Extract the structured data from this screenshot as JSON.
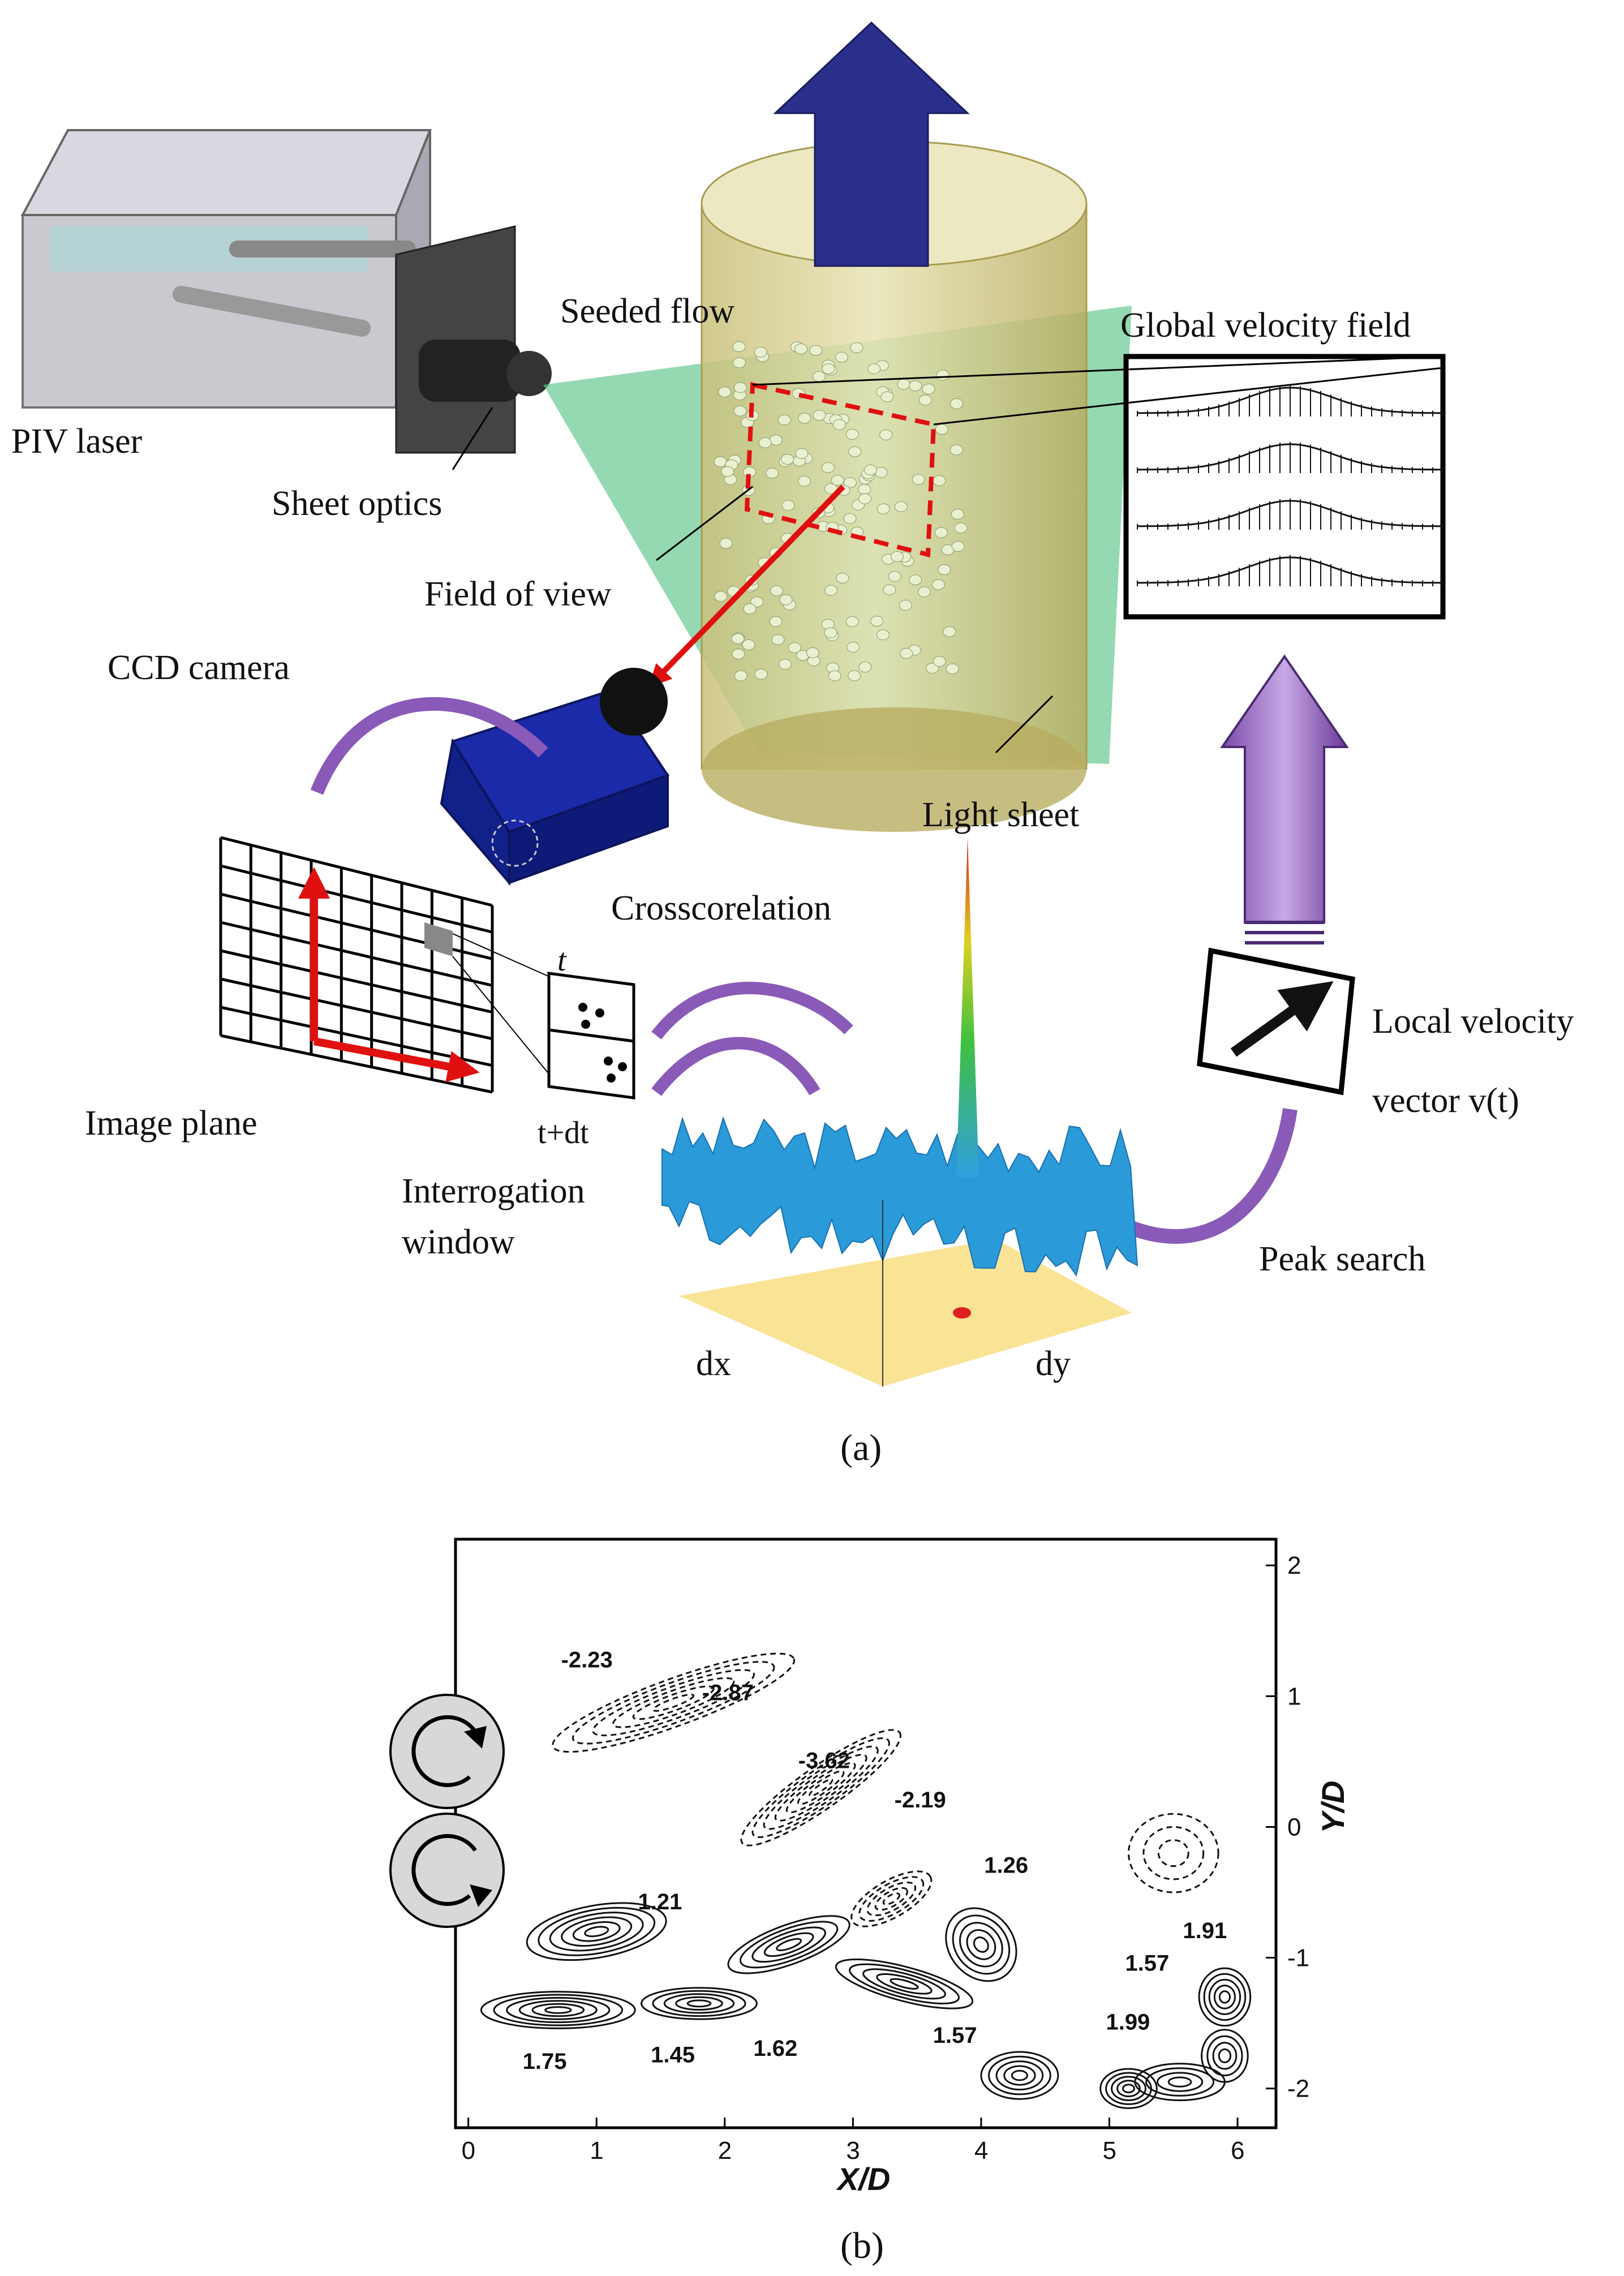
{
  "panel_a": {
    "caption": "(a)",
    "labels": {
      "piv_laser": "PIV laser",
      "sheet_optics": "Sheet optics",
      "seeded_flow": "Seeded flow",
      "global_velocity_field": "Global velocity field",
      "field_of_view": "Field of view",
      "ccd_camera": "CCD camera",
      "light_sheet": "Light sheet",
      "crosscorelation": "Crosscorelation",
      "local_velocity": "Local velocity",
      "velocity_vector": "vector v(t)",
      "image_plane": "Image plane",
      "interrogation": "Interrogation",
      "window": "window",
      "t": "t",
      "t_dt": "t+dt",
      "peak_search": "Peak search",
      "dx": "dx",
      "dy": "dy"
    }
  },
  "panel_b": {
    "caption": "(b)",
    "chart_data": {
      "type": "contour",
      "xlabel": "X/D",
      "ylabel": "Y/D",
      "xlim": [
        -0.1,
        6.3
      ],
      "ylim": [
        -2.3,
        2.2
      ],
      "xticks": [
        "0",
        "1",
        "2",
        "3",
        "4",
        "5",
        "6"
      ],
      "yticks": [
        "2",
        "1",
        "0",
        "-1",
        "-2"
      ],
      "annotations": [
        {
          "text": "-2.23",
          "x": 0.9,
          "y": 1.22
        },
        {
          "text": "-2.87",
          "x": 2.0,
          "y": 0.97
        },
        {
          "text": "-3.62",
          "x": 2.75,
          "y": 0.45
        },
        {
          "text": "-2.19",
          "x": 3.5,
          "y": 0.15
        },
        {
          "text": "1.26",
          "x": 4.2,
          "y": -0.35
        },
        {
          "text": "1.21",
          "x": 1.5,
          "y": -0.63
        },
        {
          "text": "1.91",
          "x": 5.75,
          "y": -0.85
        },
        {
          "text": "1.57",
          "x": 5.3,
          "y": -1.1
        },
        {
          "text": "1.75",
          "x": 0.6,
          "y": -1.85
        },
        {
          "text": "1.45",
          "x": 1.6,
          "y": -1.8
        },
        {
          "text": "1.62",
          "x": 2.4,
          "y": -1.75
        },
        {
          "text": "1.57",
          "x": 3.8,
          "y": -1.65
        },
        {
          "text": "1.99",
          "x": 5.15,
          "y": -1.55
        }
      ]
    }
  }
}
